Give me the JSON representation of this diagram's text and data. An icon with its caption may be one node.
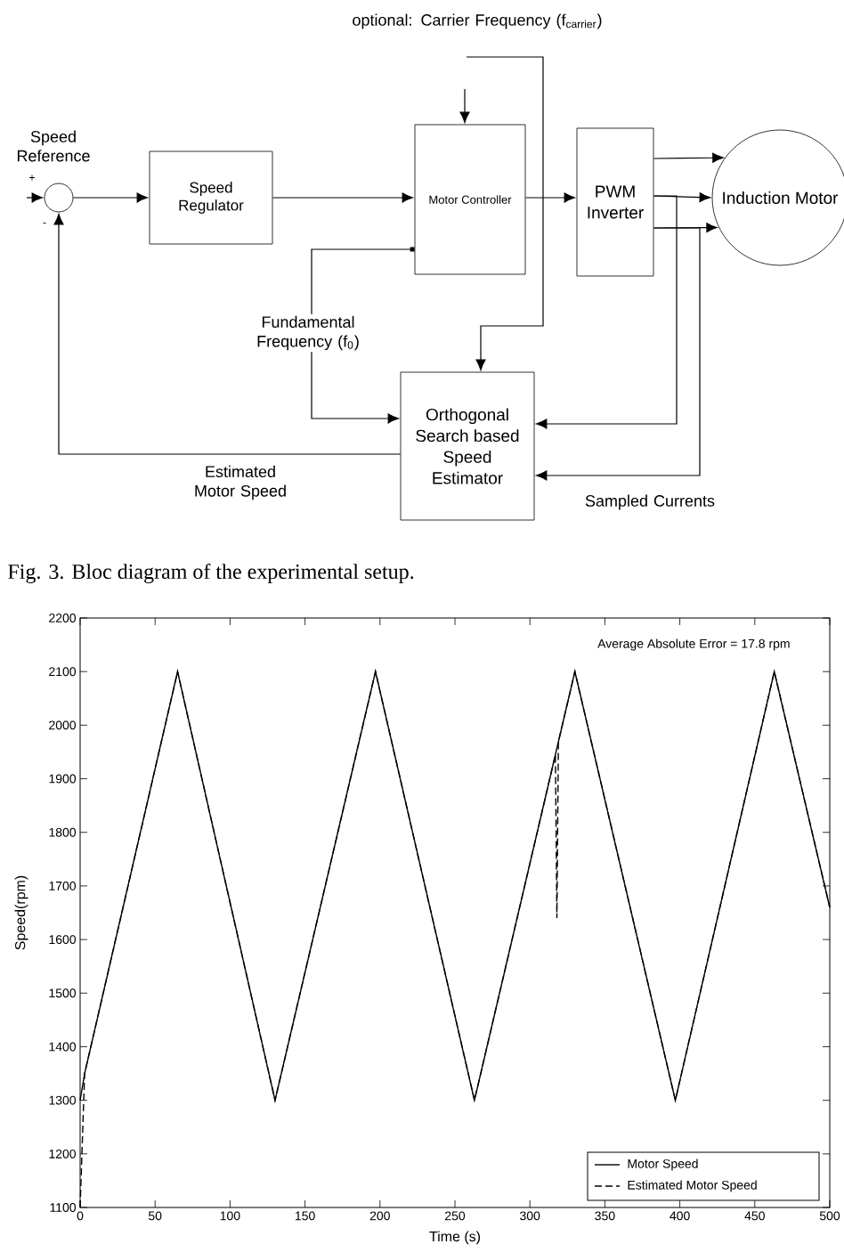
{
  "diagram": {
    "caption": "Fig. 3. Bloc diagram of the experimental setup.",
    "nodes": [
      {
        "text": [],
        "shape": "circle"
      },
      {
        "text": [
          "Speed Regulator"
        ]
      },
      {
        "text": [
          "Motor Controller"
        ]
      },
      {
        "text": [
          "PWM Inverter"
        ]
      },
      {
        "text": [
          "Induction Motor"
        ]
      },
      {
        "text": [
          "Orthogonal Search based Speed Estimator"
        ]
      }
    ],
    "edges": [
      {
        "from": null,
        "to": 0,
        "arrow": "to",
        "label": "Speed Reference"
      },
      {
        "from": 0,
        "to": 1,
        "arrow": "to"
      },
      {
        "from": 1,
        "to": 2,
        "arrow": "to"
      },
      {
        "from": 2,
        "to": 3,
        "arrow": "to"
      },
      {
        "from": 3,
        "to": 4,
        "arrow": "to"
      },
      {
        "from": 3,
        "to": 4,
        "arrow": "to"
      },
      {
        "from": 3,
        "to": 4,
        "arrow": "to"
      },
      {
        "from": 2,
        "to": 5,
        "arrow": "to",
        "label": "Fundamental Frequency (f$_{0}$)"
      },
      {
        "from": null,
        "to": 5,
        "arrow": "to",
        "label": "optional: Carrier Frequency (f$_{carrier}$)"
      },
      {
        "from": null,
        "to": 2,
        "arrow": "to"
      },
      {
        "from": 3,
        "to": 5,
        "arrow": "to"
      },
      {
        "from": 3,
        "to": 5,
        "arrow": "to",
        "label": "Sampled Currents"
      },
      {
        "from": 5,
        "to": 0,
        "arrow": "to",
        "label": "Estimated Motor Speed"
      }
    ],
    "labels": [
      "+",
      "-"
    ],
    "chart_data": {
      "type": "line",
      "xlabel": "Time (s)",
      "ylabel": "Speed(rpm)",
      "x": [
        0,
        3,
        65,
        130,
        197,
        263,
        317,
        318,
        319,
        330,
        397,
        463,
        500
      ],
      "series": [
        {
          "name": "Motor Speed",
          "color": "#000000",
          "line_style": "solid",
          "values": [
            1300,
            1350,
            2100,
            1300,
            2100,
            1300,
            1945,
            1957,
            1969,
            2100,
            1300,
            2100,
            1660
          ]
        },
        {
          "name": "Estimated Motor Speed",
          "color": "#000000",
          "line_style": "dashed",
          "values": [
            1100,
            1350,
            2100,
            1300,
            2100,
            1300,
            1945,
            1640,
            1969,
            2100,
            1300,
            2100,
            1660
          ]
        }
      ],
      "legend": "lower right",
      "xlim": [
        0,
        500
      ],
      "ylim": [
        1100,
        2200
      ],
      "xticks": [
        0,
        50,
        100,
        150,
        200,
        250,
        300,
        350,
        400,
        450,
        500
      ],
      "yticks": [
        1100,
        1200,
        1300,
        1400,
        1500,
        1600,
        1700,
        1800,
        1900,
        2000,
        2100,
        2200
      ],
      "annotations": [
        "Average Absolute Error = 17.8 rpm"
      ]
    }
  }
}
